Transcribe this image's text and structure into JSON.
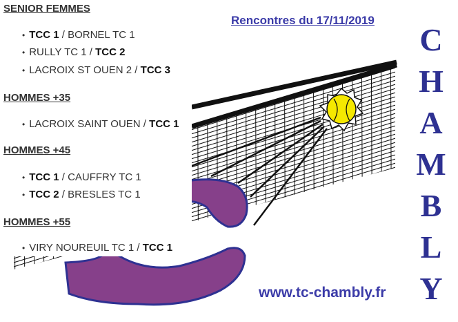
{
  "header": {
    "date_label": "Rencontres du 17/11/2019"
  },
  "brand": {
    "letters": [
      "C",
      "H",
      "A",
      "M",
      "B",
      "L",
      "Y"
    ],
    "url": "www.tc-chambly.fr"
  },
  "colors": {
    "blue": "#2e3192",
    "purple": "#86408a",
    "ball": "#f5e800"
  },
  "sections": [
    {
      "title": "SENIOR FEMMES",
      "matches": [
        {
          "a": "TCC 1",
          "a_bold": true,
          "sep": " / ",
          "b": "BORNEL TC 1",
          "b_bold": false
        },
        {
          "a": "RULLY TC 1",
          "a_bold": false,
          "sep": " / ",
          "b": "TCC 2",
          "b_bold": true
        },
        {
          "a": "LACROIX ST OUEN 2",
          "a_bold": false,
          "sep": " / ",
          "b": "TCC 3",
          "b_bold": true
        }
      ]
    },
    {
      "title": "HOMMES +35",
      "matches": [
        {
          "a": "LACROIX SAINT OUEN",
          "a_bold": false,
          "sep": " / ",
          "b": "TCC 1",
          "b_bold": true
        }
      ]
    },
    {
      "title": "HOMMES +45",
      "matches": [
        {
          "a": "TCC 1",
          "a_bold": true,
          "sep": " / ",
          "b": "CAUFFRY TC 1",
          "b_bold": false
        },
        {
          "a": "TCC 2",
          "a_bold": true,
          "sep": " / ",
          "b": "BRESLES TC 1",
          "b_bold": false
        }
      ]
    },
    {
      "title": "HOMMES +55",
      "matches": [
        {
          "a": "VIRY NOUREUIL TC 1",
          "a_bold": false,
          "sep": " / ",
          "b": "TCC 1",
          "b_bold": true
        }
      ]
    }
  ]
}
